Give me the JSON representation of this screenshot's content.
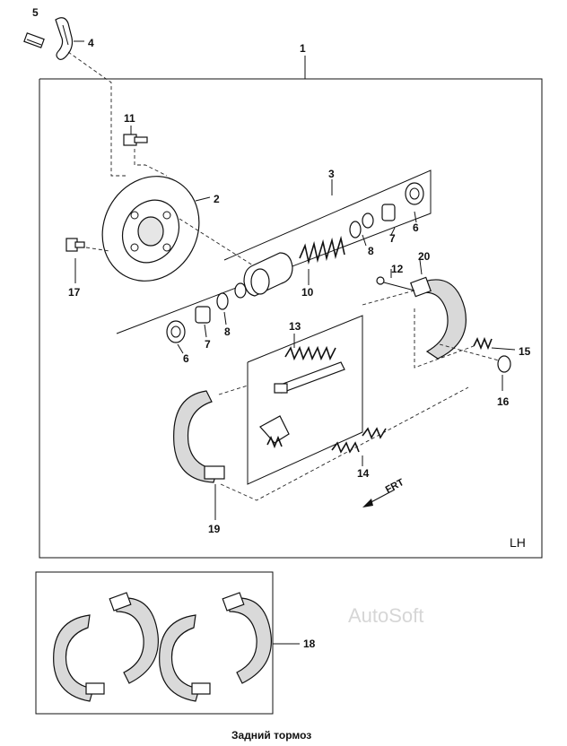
{
  "callouts": {
    "c1": "1",
    "c2": "2",
    "c3": "3",
    "c4": "4",
    "c5": "5",
    "c6a": "6",
    "c6b": "6",
    "c7a": "7",
    "c7b": "7",
    "c8a": "8",
    "c8b": "8",
    "c10": "10",
    "c11": "11",
    "c12": "12",
    "c13": "13",
    "c14": "14",
    "c15": "15",
    "c16": "16",
    "c17": "17",
    "c18": "18",
    "c19": "19",
    "c20": "20"
  },
  "side_label": "LH",
  "direction_label": "FRT",
  "watermark": "AutoSoft",
  "caption": "Задний тормоз",
  "colors": {
    "line": "#111111",
    "lining": "#d9d9d9",
    "watermark": "#d6d6d6"
  }
}
